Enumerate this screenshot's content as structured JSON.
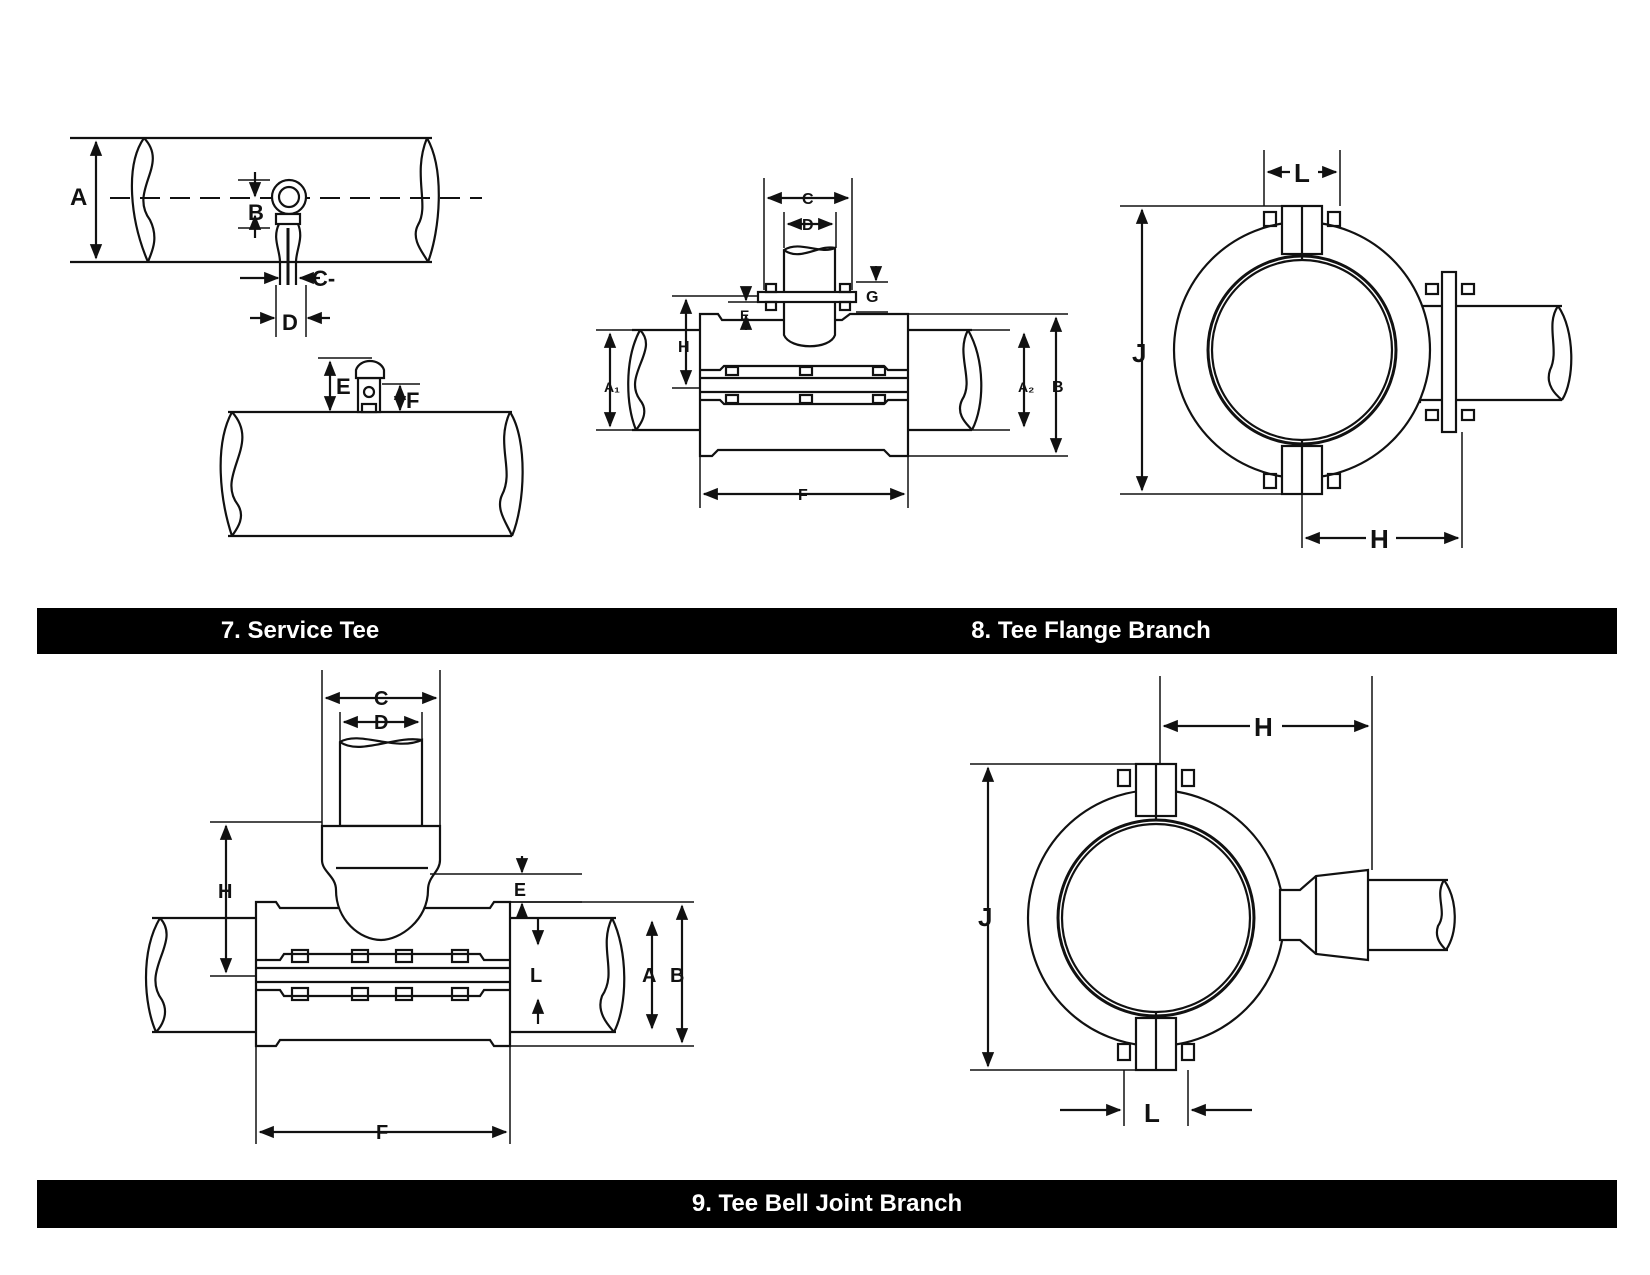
{
  "captions": {
    "service_tee": "7. Service Tee",
    "tee_flange_branch": "8. Tee Flange Branch",
    "tee_bell_joint_branch": "9. Tee Bell Joint Branch"
  },
  "service_tee": {
    "labels": {
      "a": "A",
      "b": "B",
      "c": "C-",
      "d": "D",
      "e": "E",
      "f": "F"
    }
  },
  "tee_flange_side": {
    "labels": {
      "c": "C",
      "d": "D",
      "e": "E",
      "g": "G",
      "h": "H",
      "a1": "A₁",
      "a2": "A₂",
      "b": "B",
      "f": "F"
    }
  },
  "tee_flange_end": {
    "labels": {
      "l": "L",
      "j": "J",
      "h": "H"
    }
  },
  "bell_side": {
    "labels": {
      "c": "C",
      "d": "D",
      "h": "H",
      "e": "E",
      "l": "L",
      "a": "A",
      "b": "B",
      "f": "F"
    }
  },
  "bell_end": {
    "labels": {
      "h": "H",
      "j": "J",
      "l": "L"
    }
  }
}
